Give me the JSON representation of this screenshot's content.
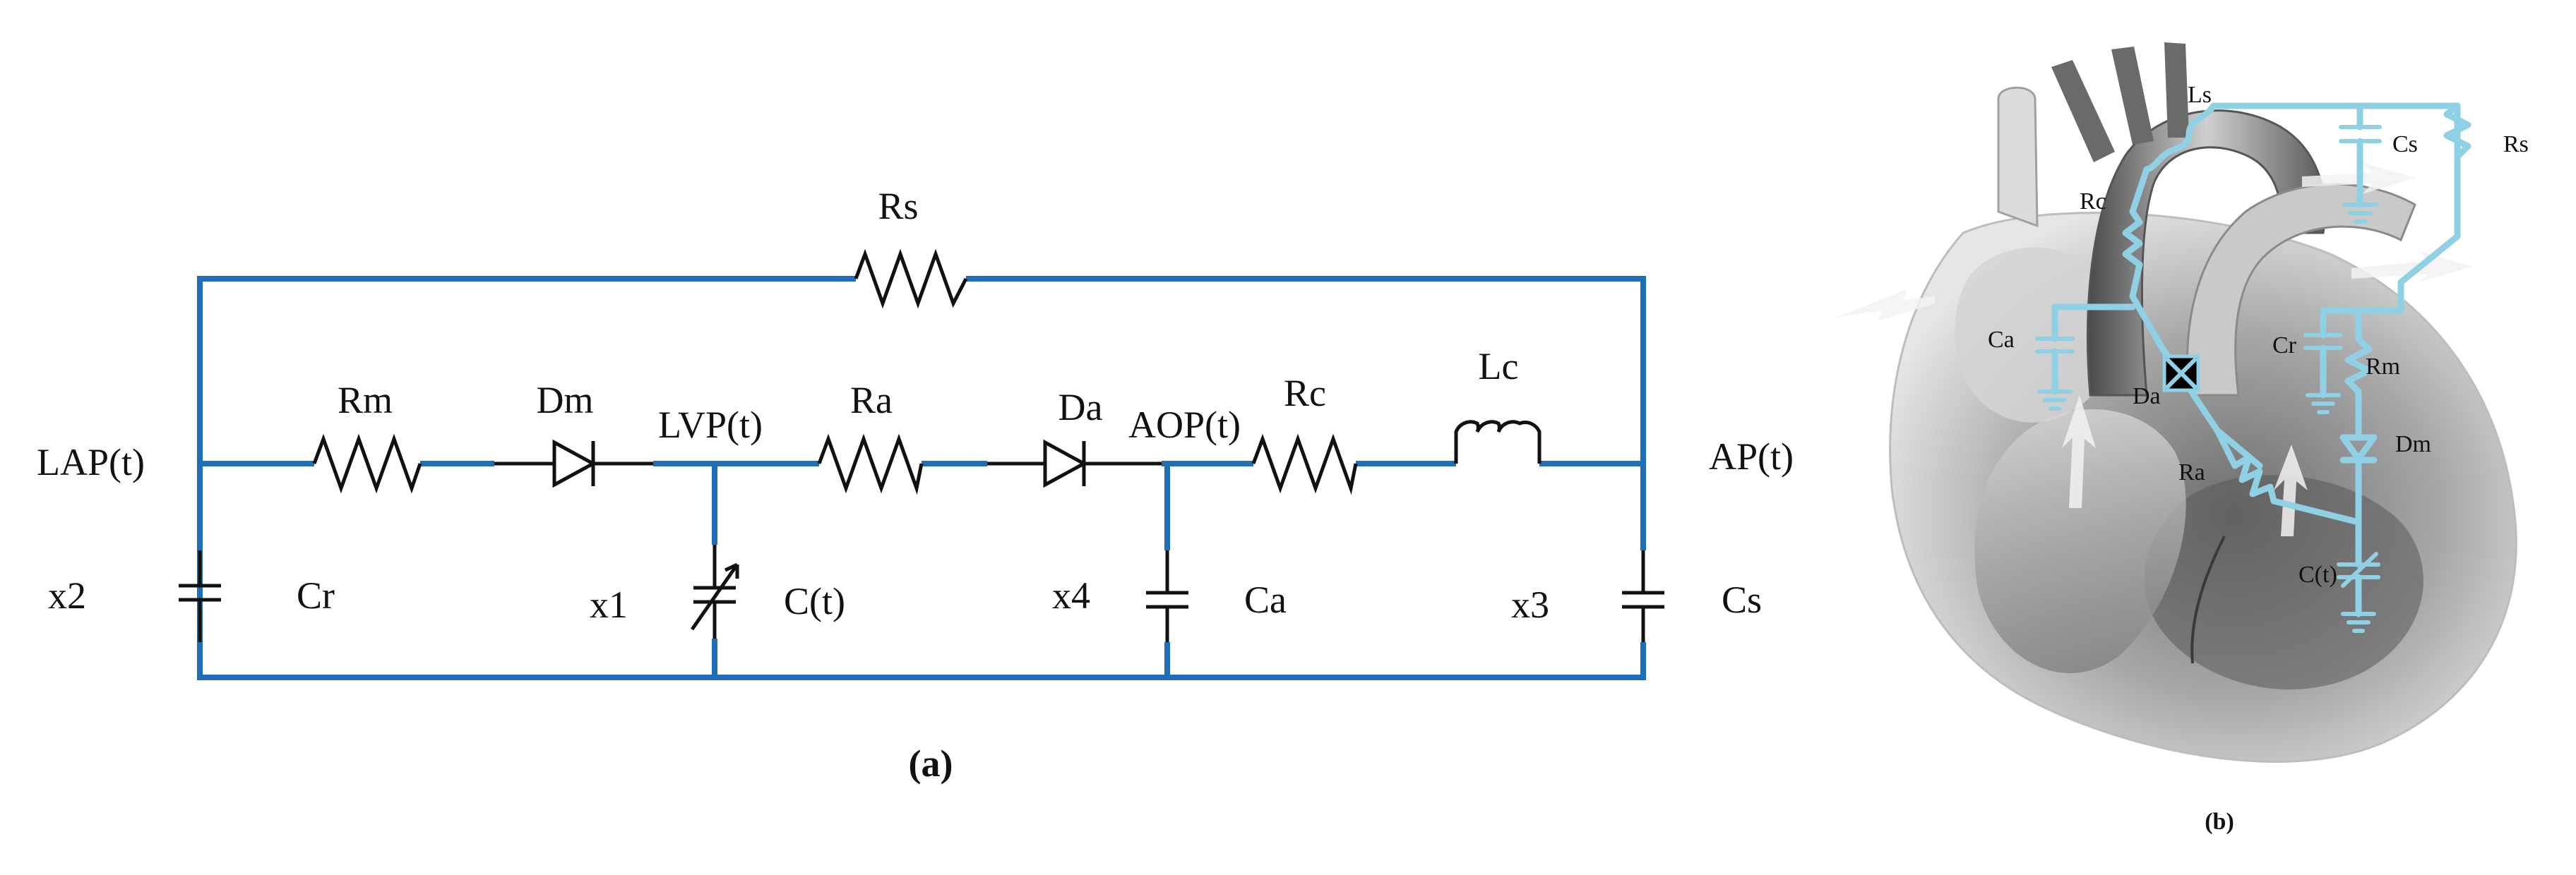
{
  "panel_a": {
    "caption": "(a)",
    "nodes": {
      "lap": "LAP(t)",
      "lvp": "LVP(t)",
      "aop": "AOP(t)",
      "ap": "AP(t)"
    },
    "components": {
      "rs": "Rs",
      "rm": "Rm",
      "dm": "Dm",
      "ra": "Ra",
      "da": "Da",
      "rc": "Rc",
      "lc": "Lc",
      "cr": "Cr",
      "ct": "C(t)",
      "ca": "Ca",
      "cs": "Cs"
    },
    "state_vars": {
      "x1": "x1",
      "x2": "x2",
      "x3": "x3",
      "x4": "x4"
    }
  },
  "panel_b": {
    "caption": "(b)",
    "labels": {
      "ls": "Ls",
      "cs": "Cs",
      "rs": "Rs",
      "rc": "Rc",
      "ca": "Ca",
      "da": "Da",
      "cr": "Cr",
      "rm": "Rm",
      "dm": "Dm",
      "ra": "Ra",
      "ct": "C(t)"
    }
  },
  "colors": {
    "wire": "#1f6fb8",
    "overlay_circuit": "#8fd0e4",
    "component": "#111111"
  }
}
